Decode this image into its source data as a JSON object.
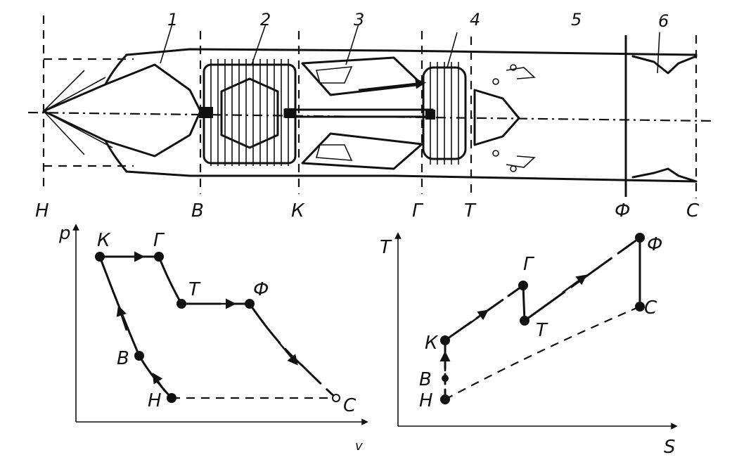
{
  "engine": {
    "section_labels": [
      "Н",
      "В",
      "К",
      "Г",
      "Т",
      "Ф",
      "С"
    ],
    "component_numbers": [
      "1",
      "2",
      "3",
      "4",
      "5",
      "6"
    ]
  },
  "pv_diagram": {
    "y_axis_label": "p",
    "x_axis_label": "v",
    "points": {
      "K": "К",
      "G": "Г",
      "T": "Т",
      "F": "Ф",
      "C": "С",
      "B": "В",
      "H": "Н"
    }
  },
  "ts_diagram": {
    "y_axis_label": "T",
    "x_axis_label": "S",
    "points": {
      "F": "Ф",
      "G": "Г",
      "C": "С",
      "T": "Т",
      "K": "К",
      "B": "В",
      "H": "Н"
    }
  }
}
